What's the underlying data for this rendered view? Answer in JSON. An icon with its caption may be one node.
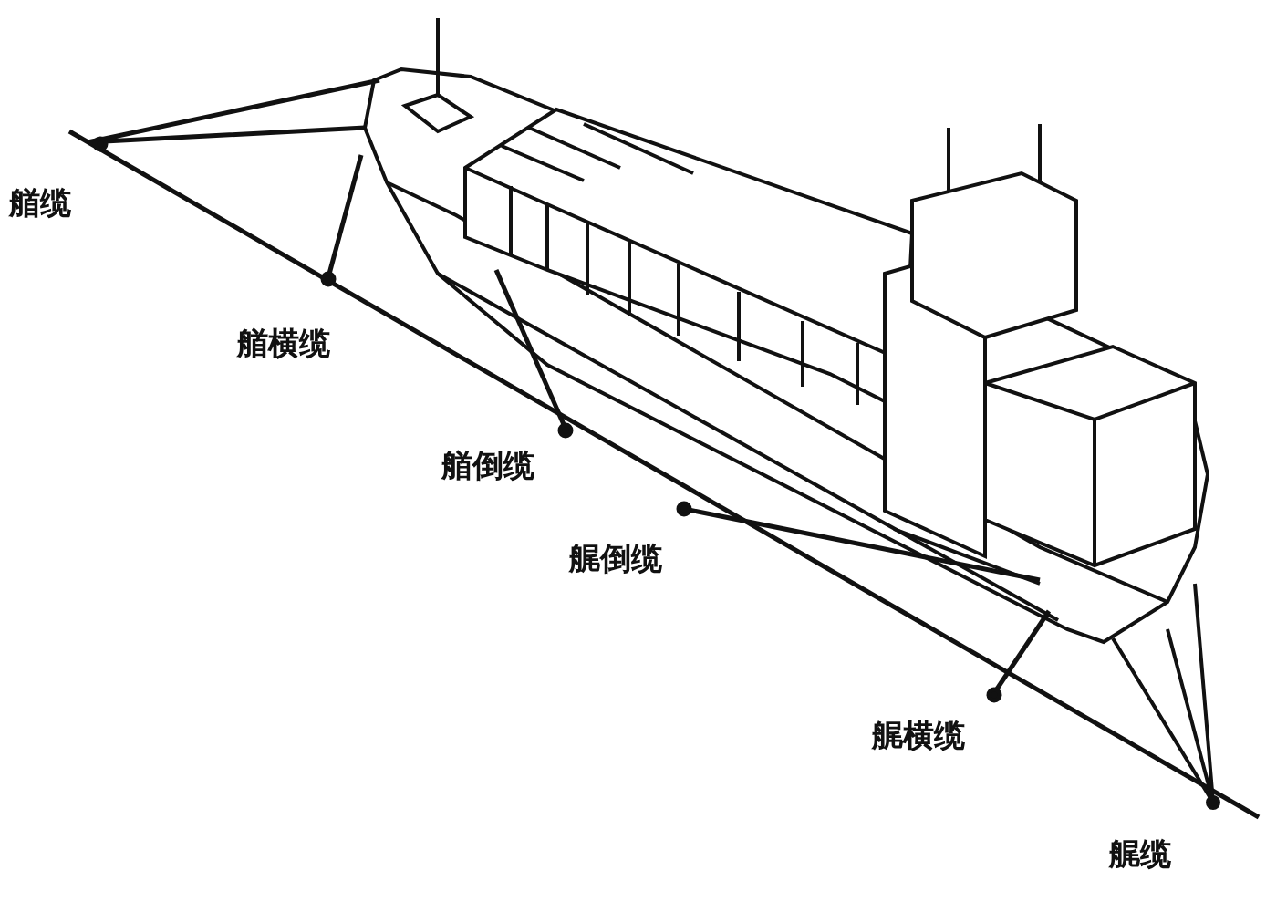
{
  "diagram": {
    "labels": [
      "艏缆",
      "艏横缆",
      "艏倒缆",
      "艉倒缆",
      "艉横缆",
      "艉缆"
    ]
  }
}
